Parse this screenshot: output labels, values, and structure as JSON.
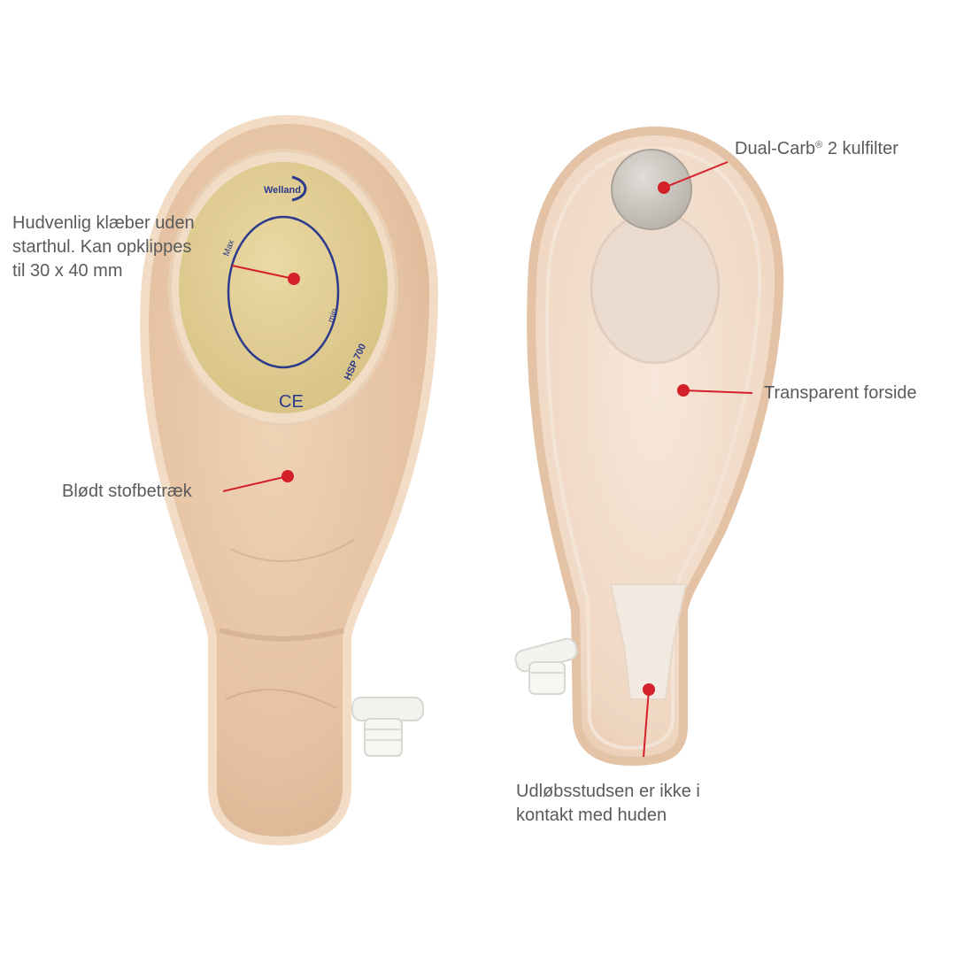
{
  "colors": {
    "pouch_fabric": "#e8c7a8",
    "pouch_edge": "#f1d8bf",
    "adhesive": "#e2cf95",
    "ring_ink": "#2b3a8c",
    "transparent_front": "#f0d9c6",
    "filter_disc": "#c9c4bd",
    "annotation_red": "#d4202a",
    "label_text": "#5a5a5a"
  },
  "logo": {
    "brand_text": "Welland",
    "ce_mark": "CE",
    "model_code": "HSP 700"
  },
  "ring_marks": {
    "top_left": "Max",
    "right": "min"
  },
  "labels": {
    "adhesive": "Hudvenlig klæber uden\nstarthul. Kan opklippes\ntil 30 x 40 mm",
    "fabric": "Blødt stofbetræk",
    "filter_prefix": "Dual-Carb",
    "filter_reg": "®",
    "filter_suffix": " 2 kulfilter",
    "front": "Transparent forside",
    "outlet": "Udløbsstudsen er ikke i\nkontakt med huden"
  },
  "icons": {
    "callout_marker": "red-dot-icon",
    "outlet_cap": "drain-cap-icon"
  }
}
